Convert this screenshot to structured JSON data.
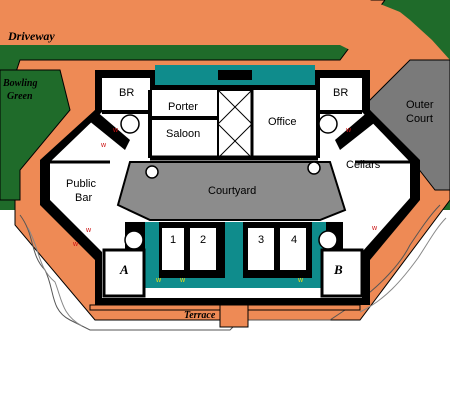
{
  "map": {
    "labels": {
      "driveway": "Driveway",
      "bowling_green_1": "Bowling",
      "bowling_green_2": "Green",
      "terrace": "Terrace",
      "outer_court_1": "Outer",
      "outer_court_2": "Court",
      "br_left": "BR",
      "br_right": "BR",
      "porter": "Porter",
      "saloon": "Saloon",
      "office": "Office",
      "cellars": "Cellars",
      "public_bar_1": "Public",
      "public_bar_2": "Bar",
      "courtyard": "Courtyard",
      "room_1": "1",
      "room_2": "2",
      "room_3": "3",
      "room_4": "4",
      "tower_a": "A",
      "tower_b": "B"
    },
    "colors": {
      "grass": "#1f6b2a",
      "gravel": "#ee8a55",
      "outer_court": "#7a7a7a",
      "courtyard": "#8c8c8c",
      "wall": "#000000",
      "floor": "#ffffff",
      "teal": "#0f8c8c",
      "toilet_red": "#cc1010",
      "toilet_yellow": "#e6e01a"
    }
  }
}
